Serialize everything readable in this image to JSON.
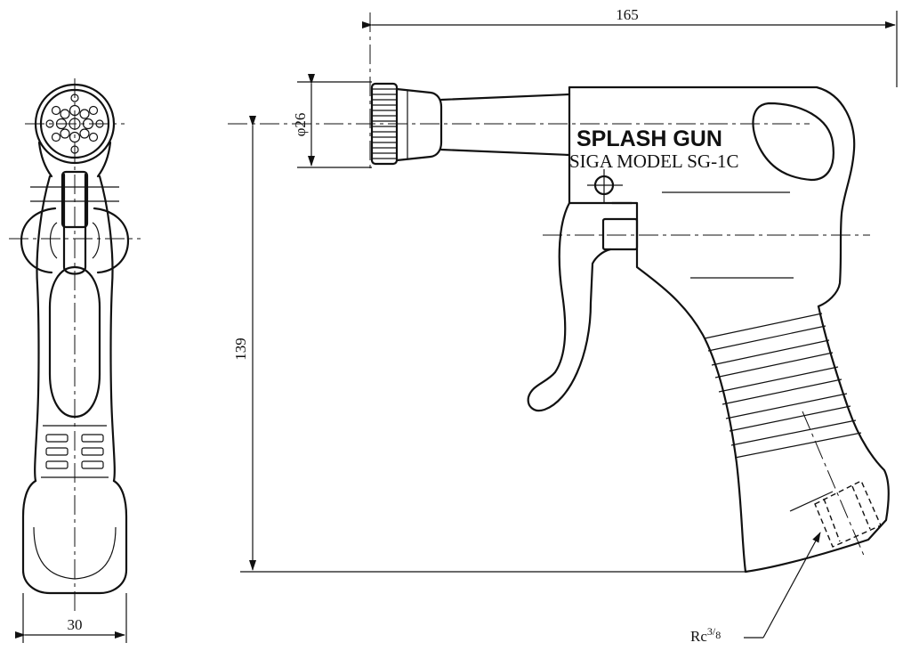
{
  "labels": {
    "brand": "SPLASH GUN",
    "model": "SIGA MODEL SG-1C"
  },
  "dimensions": {
    "overall_length": "165",
    "height": "139",
    "nozzle_diameter": "φ26",
    "side_width": "30",
    "thread_prefix": "Rc",
    "thread_num": "3",
    "thread_den": "8"
  }
}
